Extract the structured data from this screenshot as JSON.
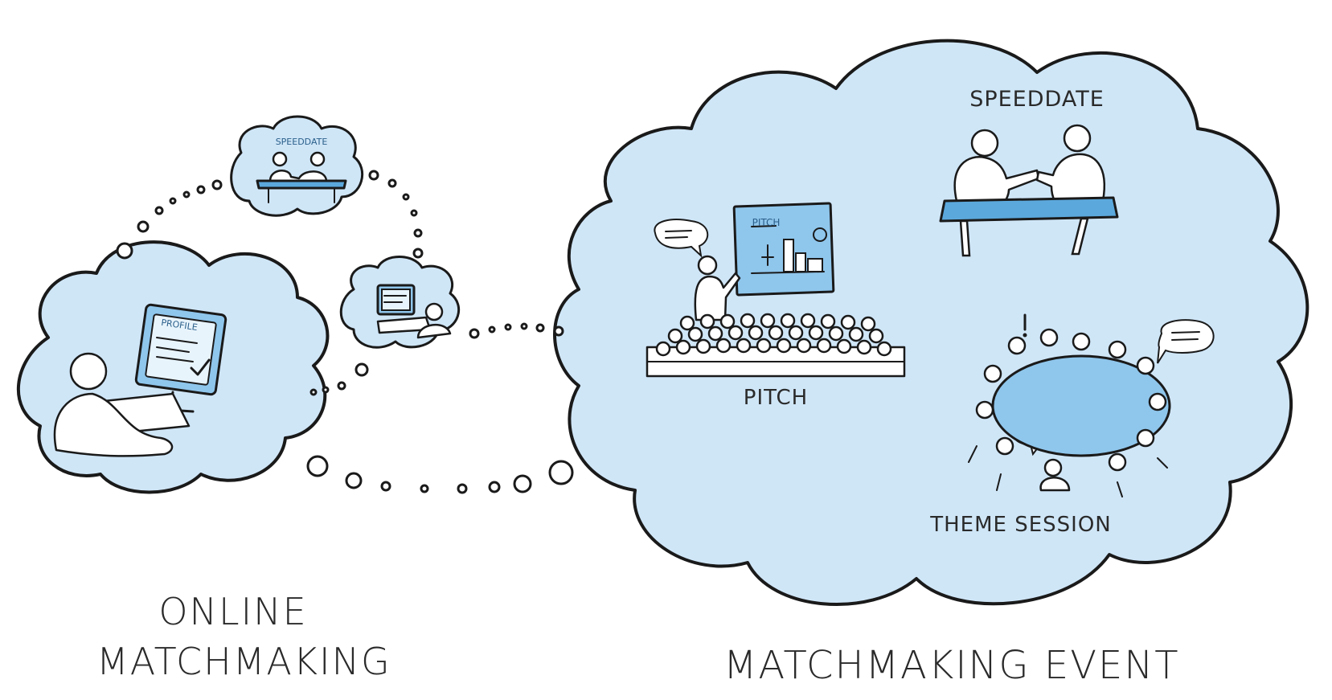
{
  "labels": {
    "online": [
      "ONLINE",
      "MATCHMAKING"
    ],
    "event": "MATCHMAKING EVENT",
    "speeddate": "SPEEDDATE",
    "pitch": "PITCH",
    "theme_session": "THEME SESSION",
    "small_speeddate": "SPEEDDATE",
    "screen_pitch": "PITCH",
    "monitor_profile": "PROFILE"
  },
  "colors": {
    "cloud": "#cfe6f7",
    "table": "#5ba8dc",
    "ink": "#1a1a1a"
  },
  "icons": {
    "online_scene": "person-at-computer-icon",
    "small_speeddate": "speeddate-thought-icon",
    "small_laptop": "laptop-user-icon",
    "speeddate_scene": "handshake-table-icon",
    "pitch_scene": "presenter-audience-icon",
    "theme_scene": "round-table-meeting-icon"
  }
}
